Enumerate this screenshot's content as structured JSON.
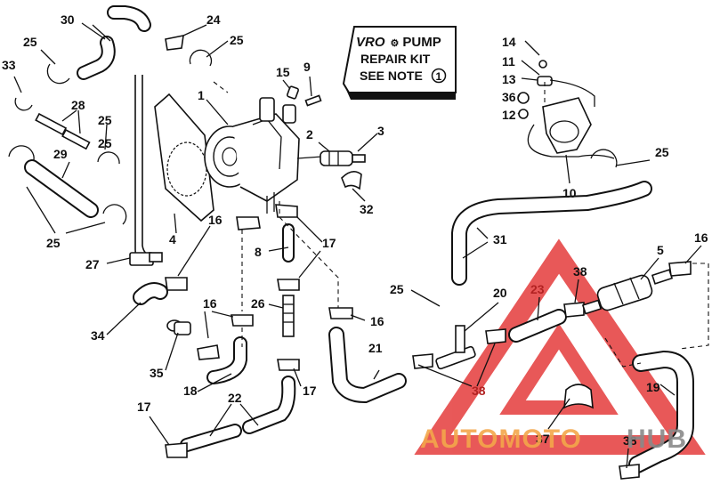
{
  "note": {
    "brand": "VRO",
    "line1_rest": "PUMP",
    "line2": "REPAIR KIT",
    "line3_prefix": "SEE NOTE",
    "note_number": "1"
  },
  "watermark": {
    "part1": "AUTOMOTO",
    "part2": "HUB",
    "color_orange": "#f3a64a",
    "color_red": "#e43c3c",
    "color_gray": "#8a8a8a"
  },
  "callouts": [
    "30",
    "24",
    "25",
    "25",
    "33",
    "28",
    "25",
    "1",
    "15",
    "9",
    "14",
    "11",
    "13",
    "36",
    "12",
    "2",
    "3",
    "29",
    "25",
    "25",
    "16",
    "4",
    "8",
    "17",
    "32",
    "31",
    "10",
    "25",
    "5",
    "16",
    "27",
    "38",
    "26",
    "20",
    "23",
    "25",
    "16",
    "16",
    "34",
    "35",
    "18",
    "17",
    "21",
    "38",
    "19",
    "22",
    "17",
    "37",
    "38"
  ]
}
